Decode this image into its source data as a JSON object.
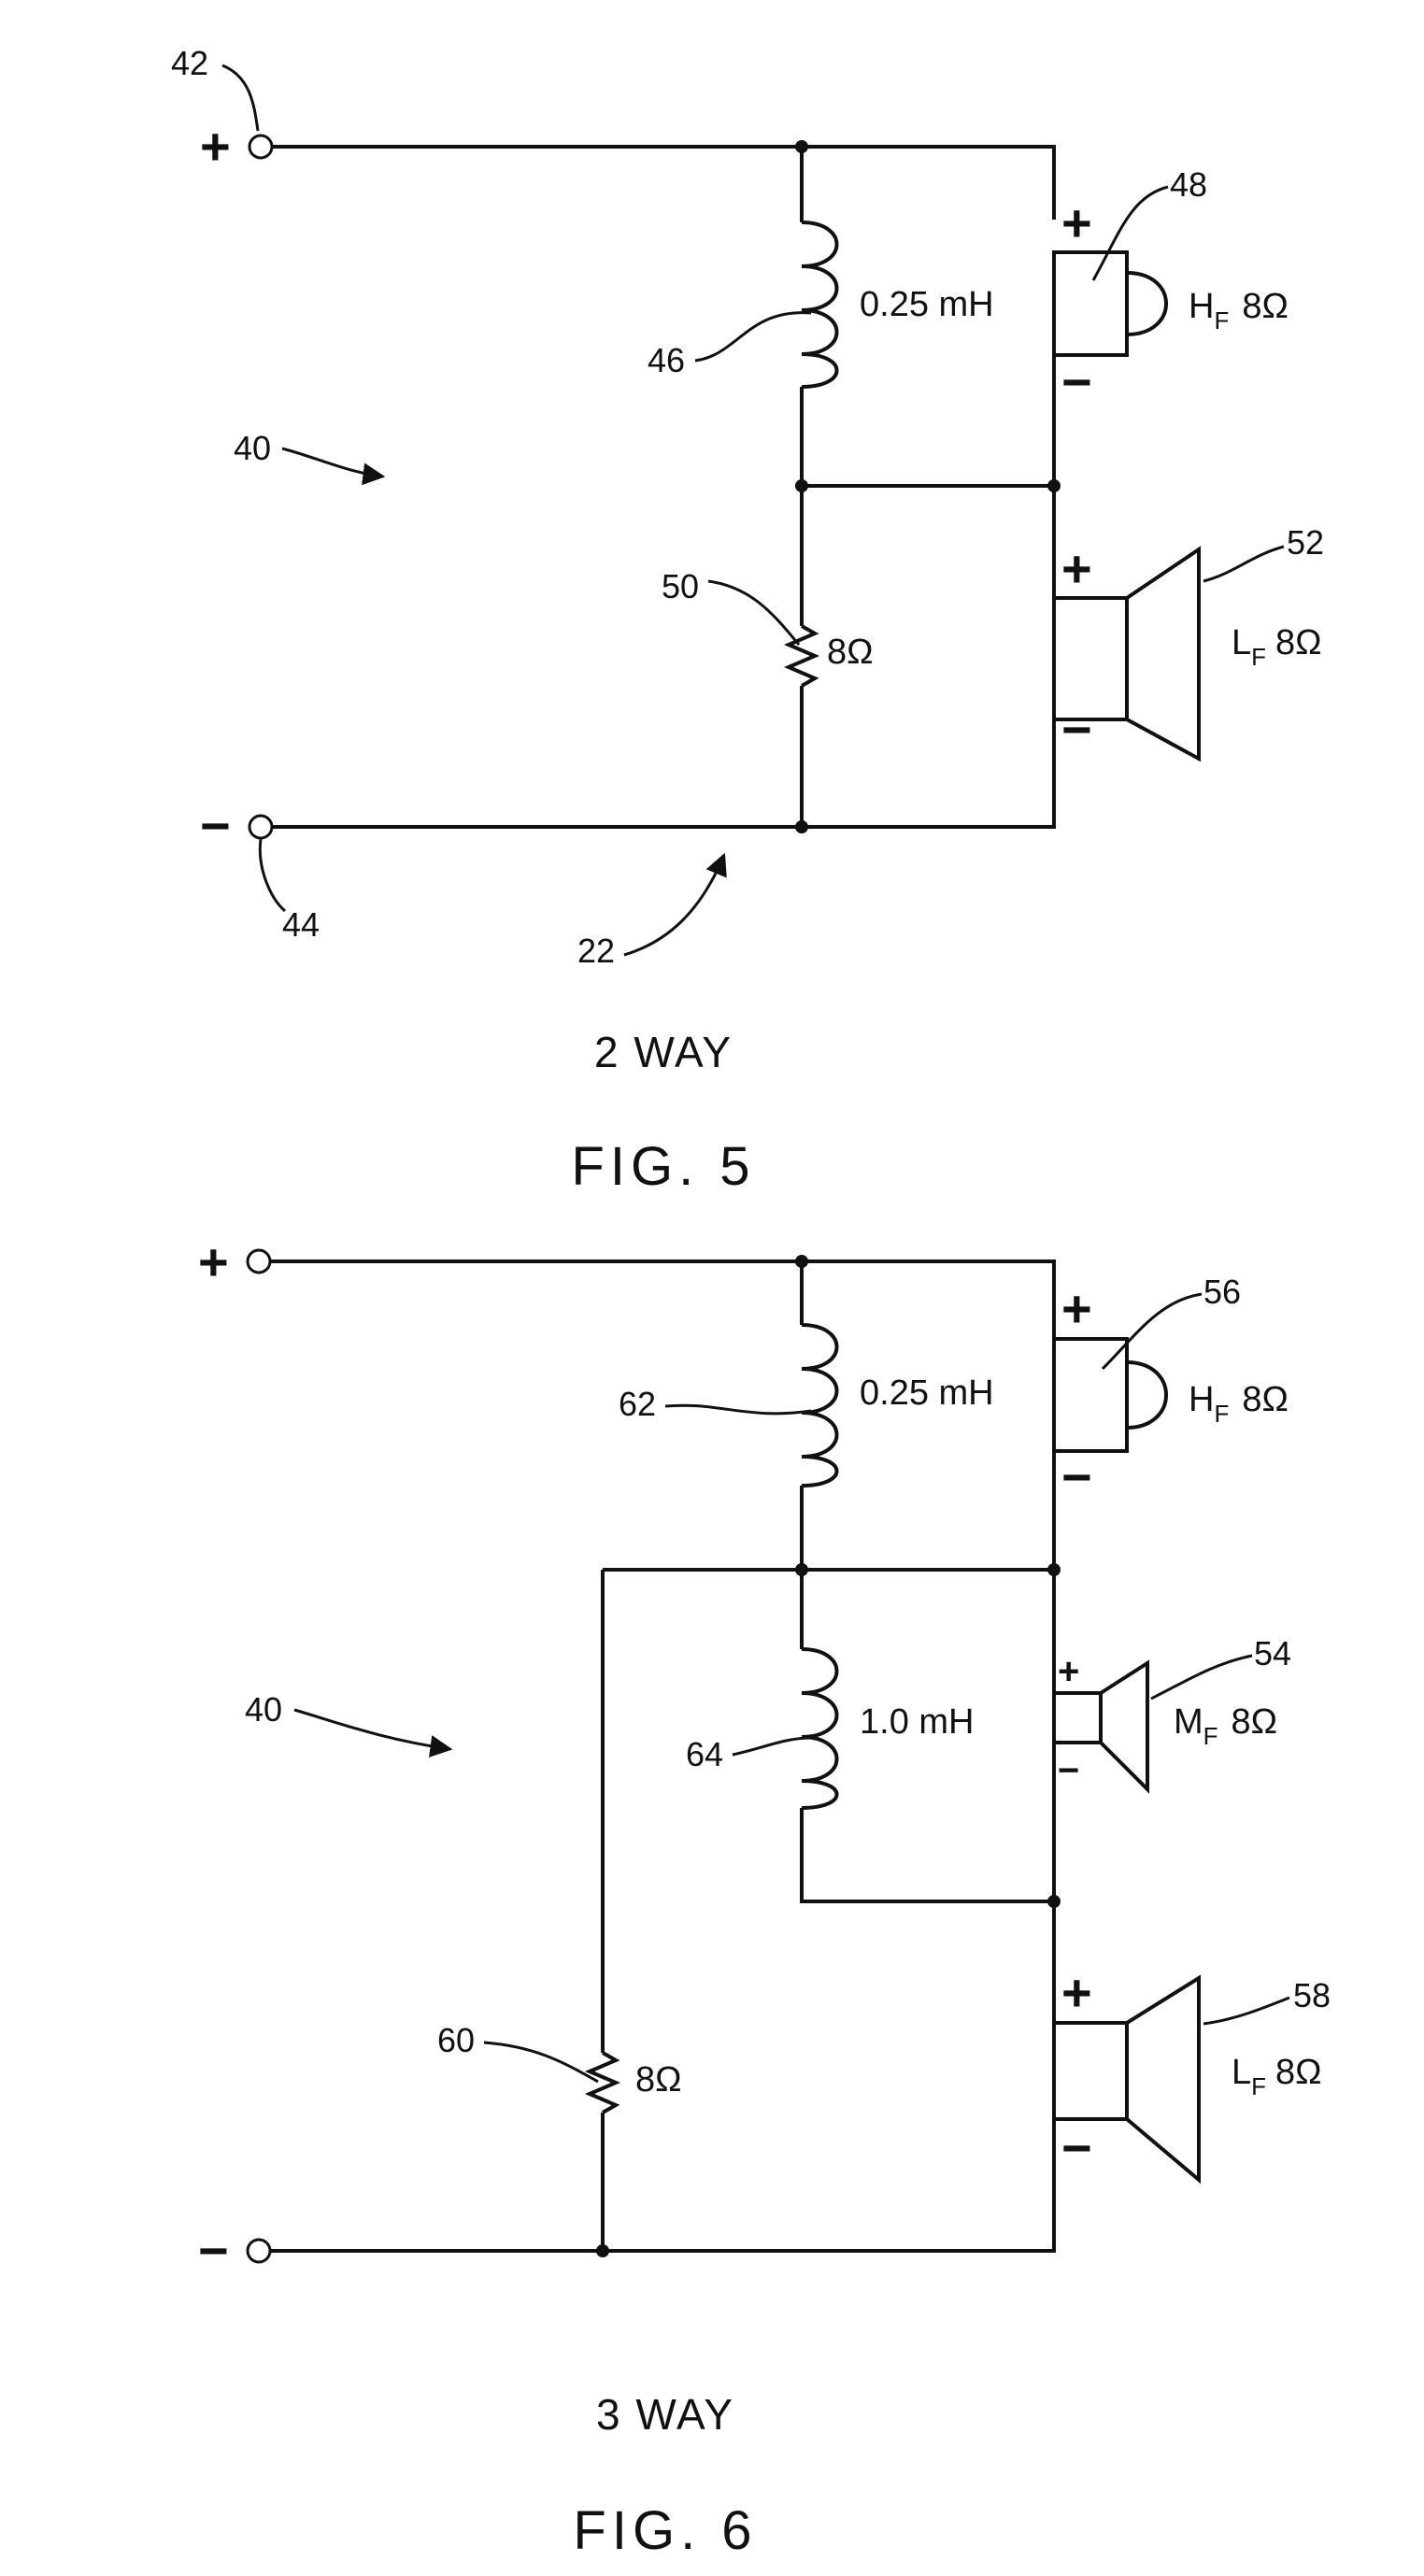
{
  "fig5": {
    "ref_input_pos": "42",
    "ref_input_neg": "44",
    "ref_circuit": "40",
    "ref_network": "22",
    "ref_inductor": "46",
    "inductor_value": "0.25 mH",
    "ref_resistor": "50",
    "resistor_value": "8Ω",
    "ref_tweeter": "48",
    "tweeter_sub": "F",
    "tweeter_main": "H",
    "tweeter_imp": "8Ω",
    "ref_woofer": "52",
    "woofer_main": "L",
    "woofer_sub": "F",
    "woofer_imp": "8Ω",
    "plus": "+",
    "minus": "−",
    "caption": "2 WAY",
    "fig_label": "FIG.  5"
  },
  "fig6": {
    "ref_circuit": "40",
    "ref_inductor_hi": "62",
    "inductor_hi_value": "0.25 mH",
    "ref_inductor_mid": "64",
    "inductor_mid_value": "1.0 mH",
    "ref_resistor": "60",
    "resistor_value": "8Ω",
    "ref_tweeter": "56",
    "tweeter_main": "H",
    "tweeter_sub": "F",
    "tweeter_imp": "8Ω",
    "ref_mid": "54",
    "mid_main": "M",
    "mid_sub": "F",
    "mid_imp": "8Ω",
    "ref_woofer": "58",
    "woofer_main": "L",
    "woofer_sub": "F",
    "woofer_imp": "8Ω",
    "plus": "+",
    "minus": "−",
    "caption": "3 WAY",
    "fig_label": "FIG.  6"
  }
}
